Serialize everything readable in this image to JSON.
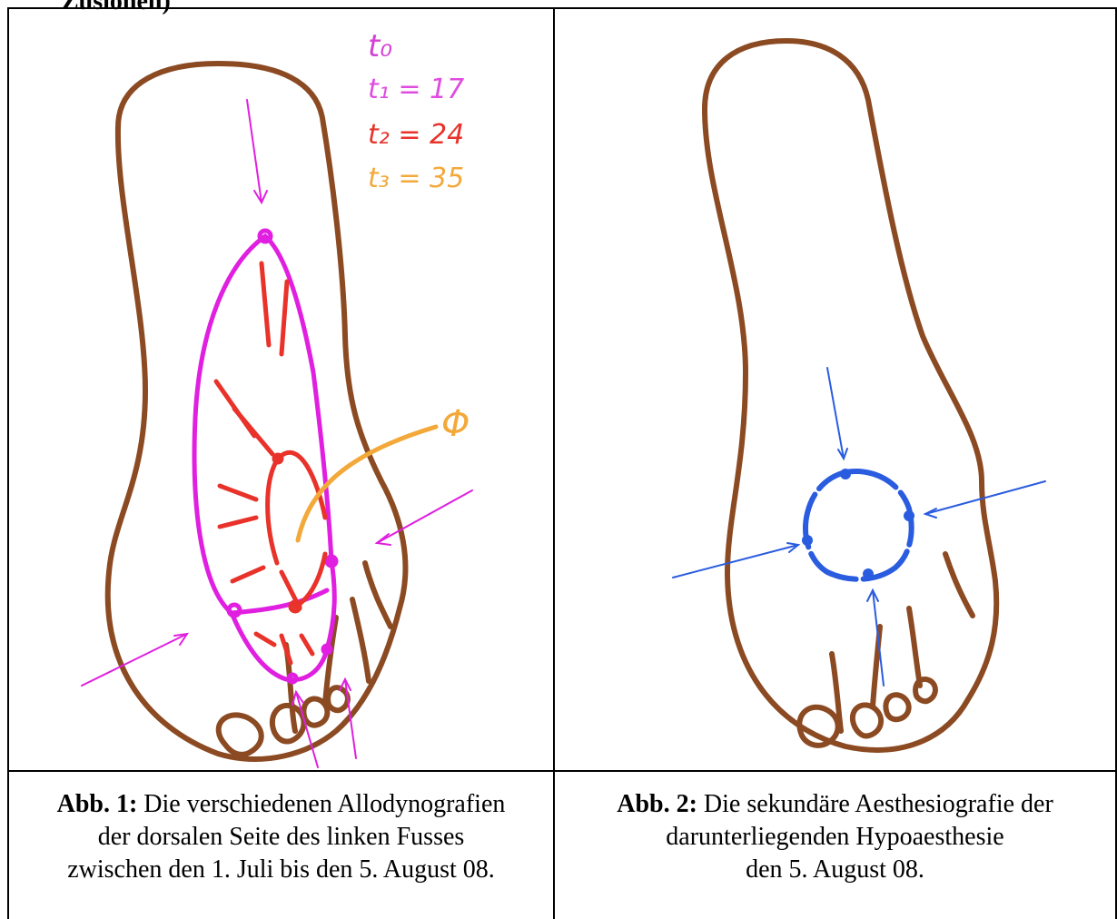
{
  "header_fragment": "Zusionen)",
  "figures": [
    {
      "drawing": {
        "legend": [
          {
            "text": "t₀",
            "color": "#d63fd6"
          },
          {
            "text": "t₁ = 17",
            "color": "#e04be0"
          },
          {
            "text": "t₂ = 24",
            "color": "#e8322a"
          },
          {
            "text": "t₃ = 35",
            "color": "#f2a93a"
          }
        ],
        "phi_label": "Φ",
        "phi_color": "#f2a93a",
        "outline_color": "#8b4a22",
        "magenta": "#e01fe0",
        "red": "#e8322a"
      },
      "caption_label": "Abb. 1:",
      "caption_lines": [
        "Die verschiedenen Allodynografien",
        "der dorsalen Seite des linken Fusses",
        "zwischen den 1. Juli bis den 5. August 08."
      ]
    },
    {
      "drawing": {
        "outline_color": "#8b4a22",
        "blue": "#2a5ce0"
      },
      "caption_label": "Abb. 2:",
      "caption_lines": [
        "Die sekundäre Aesthesiografie der",
        "darunterliegenden Hypoaesthesie",
        "den 5. August 08."
      ]
    }
  ]
}
